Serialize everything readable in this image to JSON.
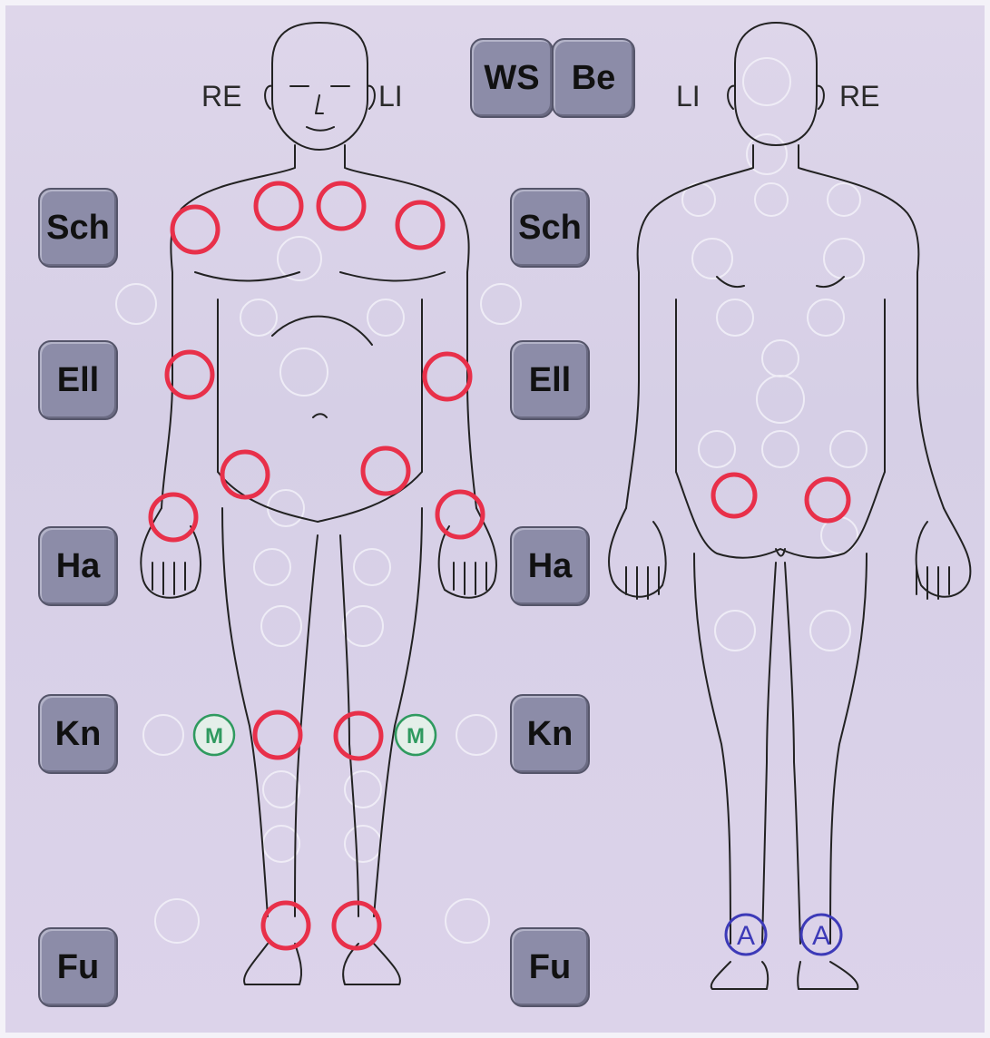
{
  "front": {
    "label_right": "RE",
    "label_left": "LI",
    "special": {
      "marker_m": "M"
    }
  },
  "back": {
    "label_left": "LI",
    "label_right": "RE",
    "special": {
      "marker_a": "A"
    }
  },
  "buttons": {
    "ws": "WS",
    "be": "Be",
    "sch": "Sch",
    "ell": "Ell",
    "ha": "Ha",
    "kn": "Kn",
    "fu": "Fu"
  },
  "colors": {
    "joint_marked": "#e8304a",
    "joint_m": "#2f9a5f",
    "joint_a": "#3d3ab8",
    "button_bg": "#8c8ca8",
    "background": "#d8d0e6"
  },
  "icons": {
    "body_front": "human-body-front-outline",
    "body_back": "human-body-back-outline"
  }
}
